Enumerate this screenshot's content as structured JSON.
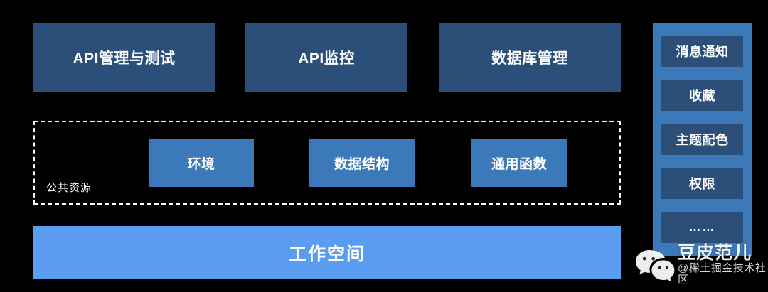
{
  "diagram": {
    "background_color": "#000000",
    "top_modules": [
      {
        "label": "API管理与测试"
      },
      {
        "label": "API监控"
      },
      {
        "label": "数据库管理"
      }
    ],
    "shared_region": {
      "label": "公共资源",
      "border_style": "dashed",
      "border_color": "#ffffff",
      "resources": [
        {
          "label": "环境"
        },
        {
          "label": "数据结构"
        },
        {
          "label": "通用函数"
        }
      ]
    },
    "workspace": {
      "label": "工作空间",
      "color": "#5a9cf0"
    },
    "sidebar": {
      "background_color": "#3b79b8",
      "item_color": "#2b4f78",
      "items": [
        {
          "label": "消息通知"
        },
        {
          "label": "收藏"
        },
        {
          "label": "主题配色"
        },
        {
          "label": "权限"
        },
        {
          "label": "……"
        }
      ]
    },
    "palette": {
      "module_blue": "#2b4f78",
      "resource_blue": "#3b79b8",
      "workspace_blue": "#5a9cf0"
    }
  },
  "watermark": {
    "icon": "wechat-icon",
    "title": "豆皮范儿",
    "subtitle": "@稀土掘金技术社区"
  }
}
